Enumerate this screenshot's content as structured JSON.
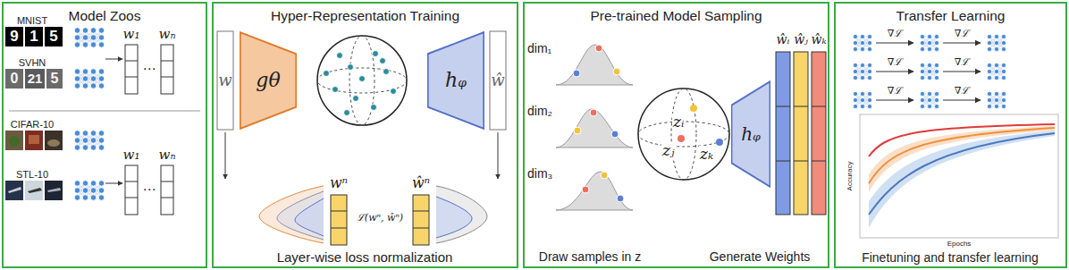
{
  "diagram": {
    "nodes": [
      {
        "text": [
          "Model Zoos"
        ]
      },
      {
        "text": [
          "Hyper-Representation Training",
          "Layer-wise loss normalization"
        ]
      },
      {
        "text": [
          "gθ"
        ],
        "in": 1
      },
      {
        "text": [
          "hᵩ"
        ],
        "in": 1
      },
      {
        "text": [
          "Pre-trained Model Sampling",
          "Draw samples in z",
          "Generate Weights"
        ]
      },
      {
        "text": [
          "zᵢ",
          "zⱼ",
          "zₖ"
        ],
        "in": 4
      },
      {
        "text": [
          "hᵩ"
        ],
        "in": 4
      },
      {
        "text": [
          "Transfer Learning",
          "Finetuning and transfer learning"
        ]
      }
    ],
    "labels": [
      "MNIST",
      "9",
      "1",
      "5",
      "SVHN",
      "0",
      "21",
      "5",
      "w₁",
      "⋯",
      "wₙ",
      "CIFAR-10",
      "STL-10",
      "w₁",
      "⋯",
      "wₙ",
      "w",
      "ŵ",
      "wⁿ",
      "ŵⁿ",
      "ℒ(wⁿ, ŵⁿ)",
      "dim₁",
      "dim₂",
      "dim₃",
      "ŵᵢ",
      "ŵⱼ",
      "ŵₖ",
      "∇ℒ",
      "∇ℒ",
      "∇ℒ",
      "∇ℒ",
      "∇ℒ",
      "∇ℒ",
      "Accuracy",
      "Epochs"
    ]
  }
}
